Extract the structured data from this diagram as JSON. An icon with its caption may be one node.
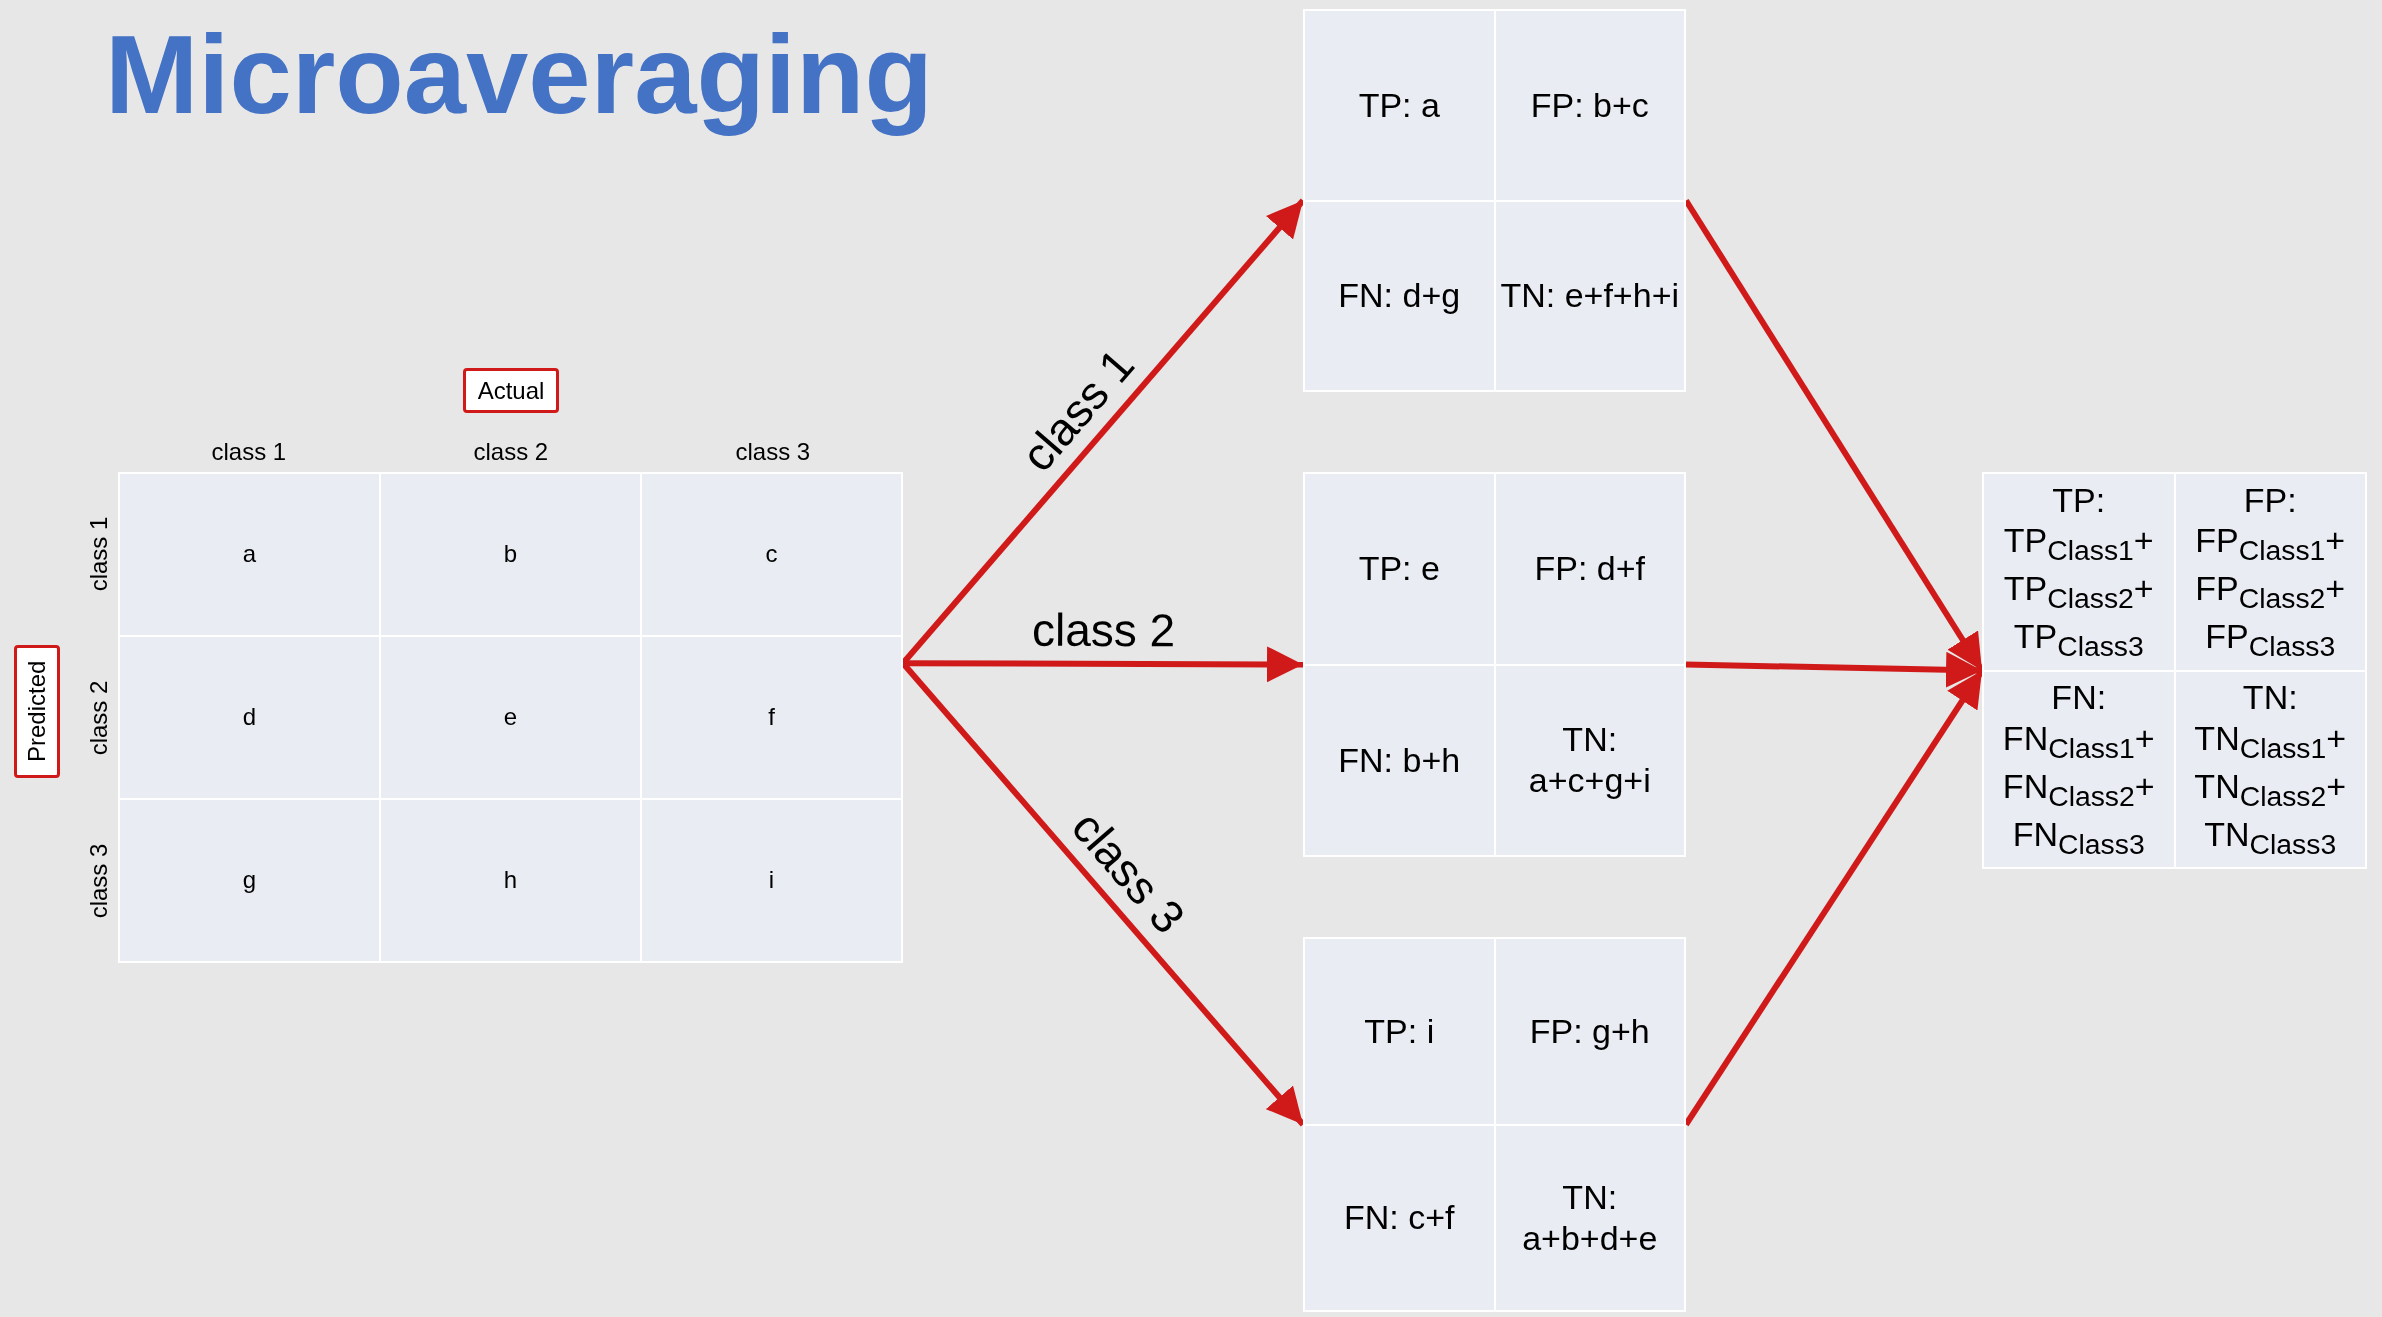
{
  "diagram": {
    "title": "Microaveraging",
    "nodes": [
      {
        "text": [
          "Actual"
        ]
      },
      {
        "text": [
          "Predicted"
        ]
      },
      {
        "text": [],
        "shape": "box"
      },
      {
        "text": [
          "a"
        ],
        "in": 2
      },
      {
        "text": [
          "b"
        ],
        "in": 2
      },
      {
        "text": [
          "c"
        ],
        "in": 2
      },
      {
        "text": [
          "d"
        ],
        "in": 2
      },
      {
        "text": [
          "e"
        ],
        "in": 2
      },
      {
        "text": [
          "f"
        ],
        "in": 2
      },
      {
        "text": [
          "g"
        ],
        "in": 2
      },
      {
        "text": [
          "h"
        ],
        "in": 2
      },
      {
        "text": [
          "i"
        ],
        "in": 2
      },
      {
        "text": [],
        "shape": "box"
      },
      {
        "text": [
          "TP: a"
        ],
        "in": 12
      },
      {
        "text": [
          "FP: b+c"
        ],
        "in": 12
      },
      {
        "text": [
          "FN: d+g"
        ],
        "in": 12
      },
      {
        "text": [
          "TN: e+f+h+i"
        ],
        "in": 12
      },
      {
        "text": [],
        "shape": "box"
      },
      {
        "text": [
          "TP: e"
        ],
        "in": 17
      },
      {
        "text": [
          "FP: d+f"
        ],
        "in": 17
      },
      {
        "text": [
          "FN: b+h"
        ],
        "in": 17
      },
      {
        "text": [
          "TN: a+c+g+i"
        ],
        "in": 17
      },
      {
        "text": [],
        "shape": "box"
      },
      {
        "text": [
          "TP: i"
        ],
        "in": 22
      },
      {
        "text": [
          "FP: g+h"
        ],
        "in": 22
      },
      {
        "text": [
          "FN: c+f"
        ],
        "in": 22
      },
      {
        "text": [
          "TN: a+b+d+e"
        ],
        "in": 22
      },
      {
        "text": [],
        "shape": "box"
      },
      {
        "text": [
          "TP: TP$_{Class1}$+ TP$_{Class2}$+ TP$_{Class3}$"
        ],
        "in": 27
      },
      {
        "text": [
          "FP: FP$_{Class1}$+ FP$_{Class2}$+ FP$_{Class3}$"
        ],
        "in": 27
      },
      {
        "text": [
          "FN: FN$_{Class1}$+ FN$_{Class2}$+ FN$_{Class3}$"
        ],
        "in": 27
      },
      {
        "text": [
          "TN: TN$_{Class1}$+ TN$_{Class2}$+ TN$_{Class3}$"
        ],
        "in": 27
      }
    ],
    "edges": [
      {
        "from": 2,
        "to": 12,
        "arrow": "to",
        "label": "class 1"
      },
      {
        "from": 2,
        "to": 17,
        "arrow": "to",
        "label": "class 2"
      },
      {
        "from": 2,
        "to": 22,
        "arrow": "to",
        "label": "class 3"
      },
      {
        "from": 12,
        "to": 27,
        "arrow": "to"
      },
      {
        "from": 17,
        "to": 27,
        "arrow": "to"
      },
      {
        "from": 22,
        "to": 27,
        "arrow": "to"
      }
    ],
    "labels": [
      "class 1",
      "class 2",
      "class 3",
      "class 1",
      "class 2",
      "class 3"
    ]
  }
}
